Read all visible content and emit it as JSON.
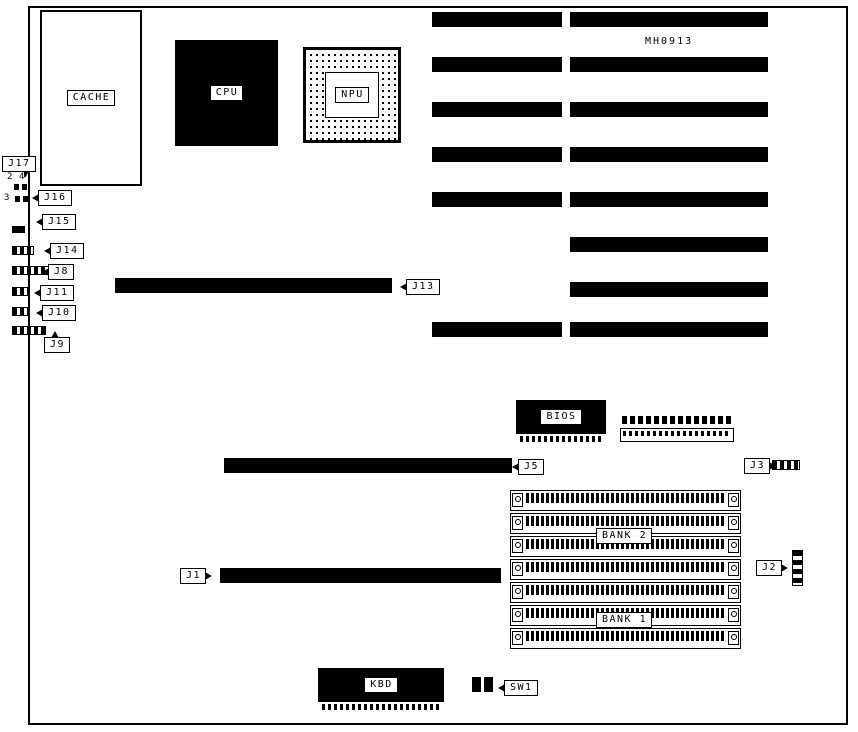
{
  "board": {
    "model": "MH0913",
    "chips": {
      "cache": "CACHE",
      "cpu": "CPU",
      "npu": "NPU",
      "bios": "BIOS",
      "kbd": "KBD"
    },
    "banks": {
      "bank1": "BANK 1",
      "bank2": "BANK 2"
    },
    "switches": {
      "sw1": "SW1"
    },
    "connectors": {
      "j1": "J1",
      "j2": "J2",
      "j3": "J3",
      "j5": "J5",
      "j8": "J8",
      "j9": "J9",
      "j10": "J10",
      "j11": "J11",
      "j13": "J13",
      "j14": "J14",
      "j15": "J15",
      "j16": "J16",
      "j17": "J17"
    },
    "pins": {
      "pin2": "2",
      "pin4": "4",
      "pin3": "3"
    }
  }
}
